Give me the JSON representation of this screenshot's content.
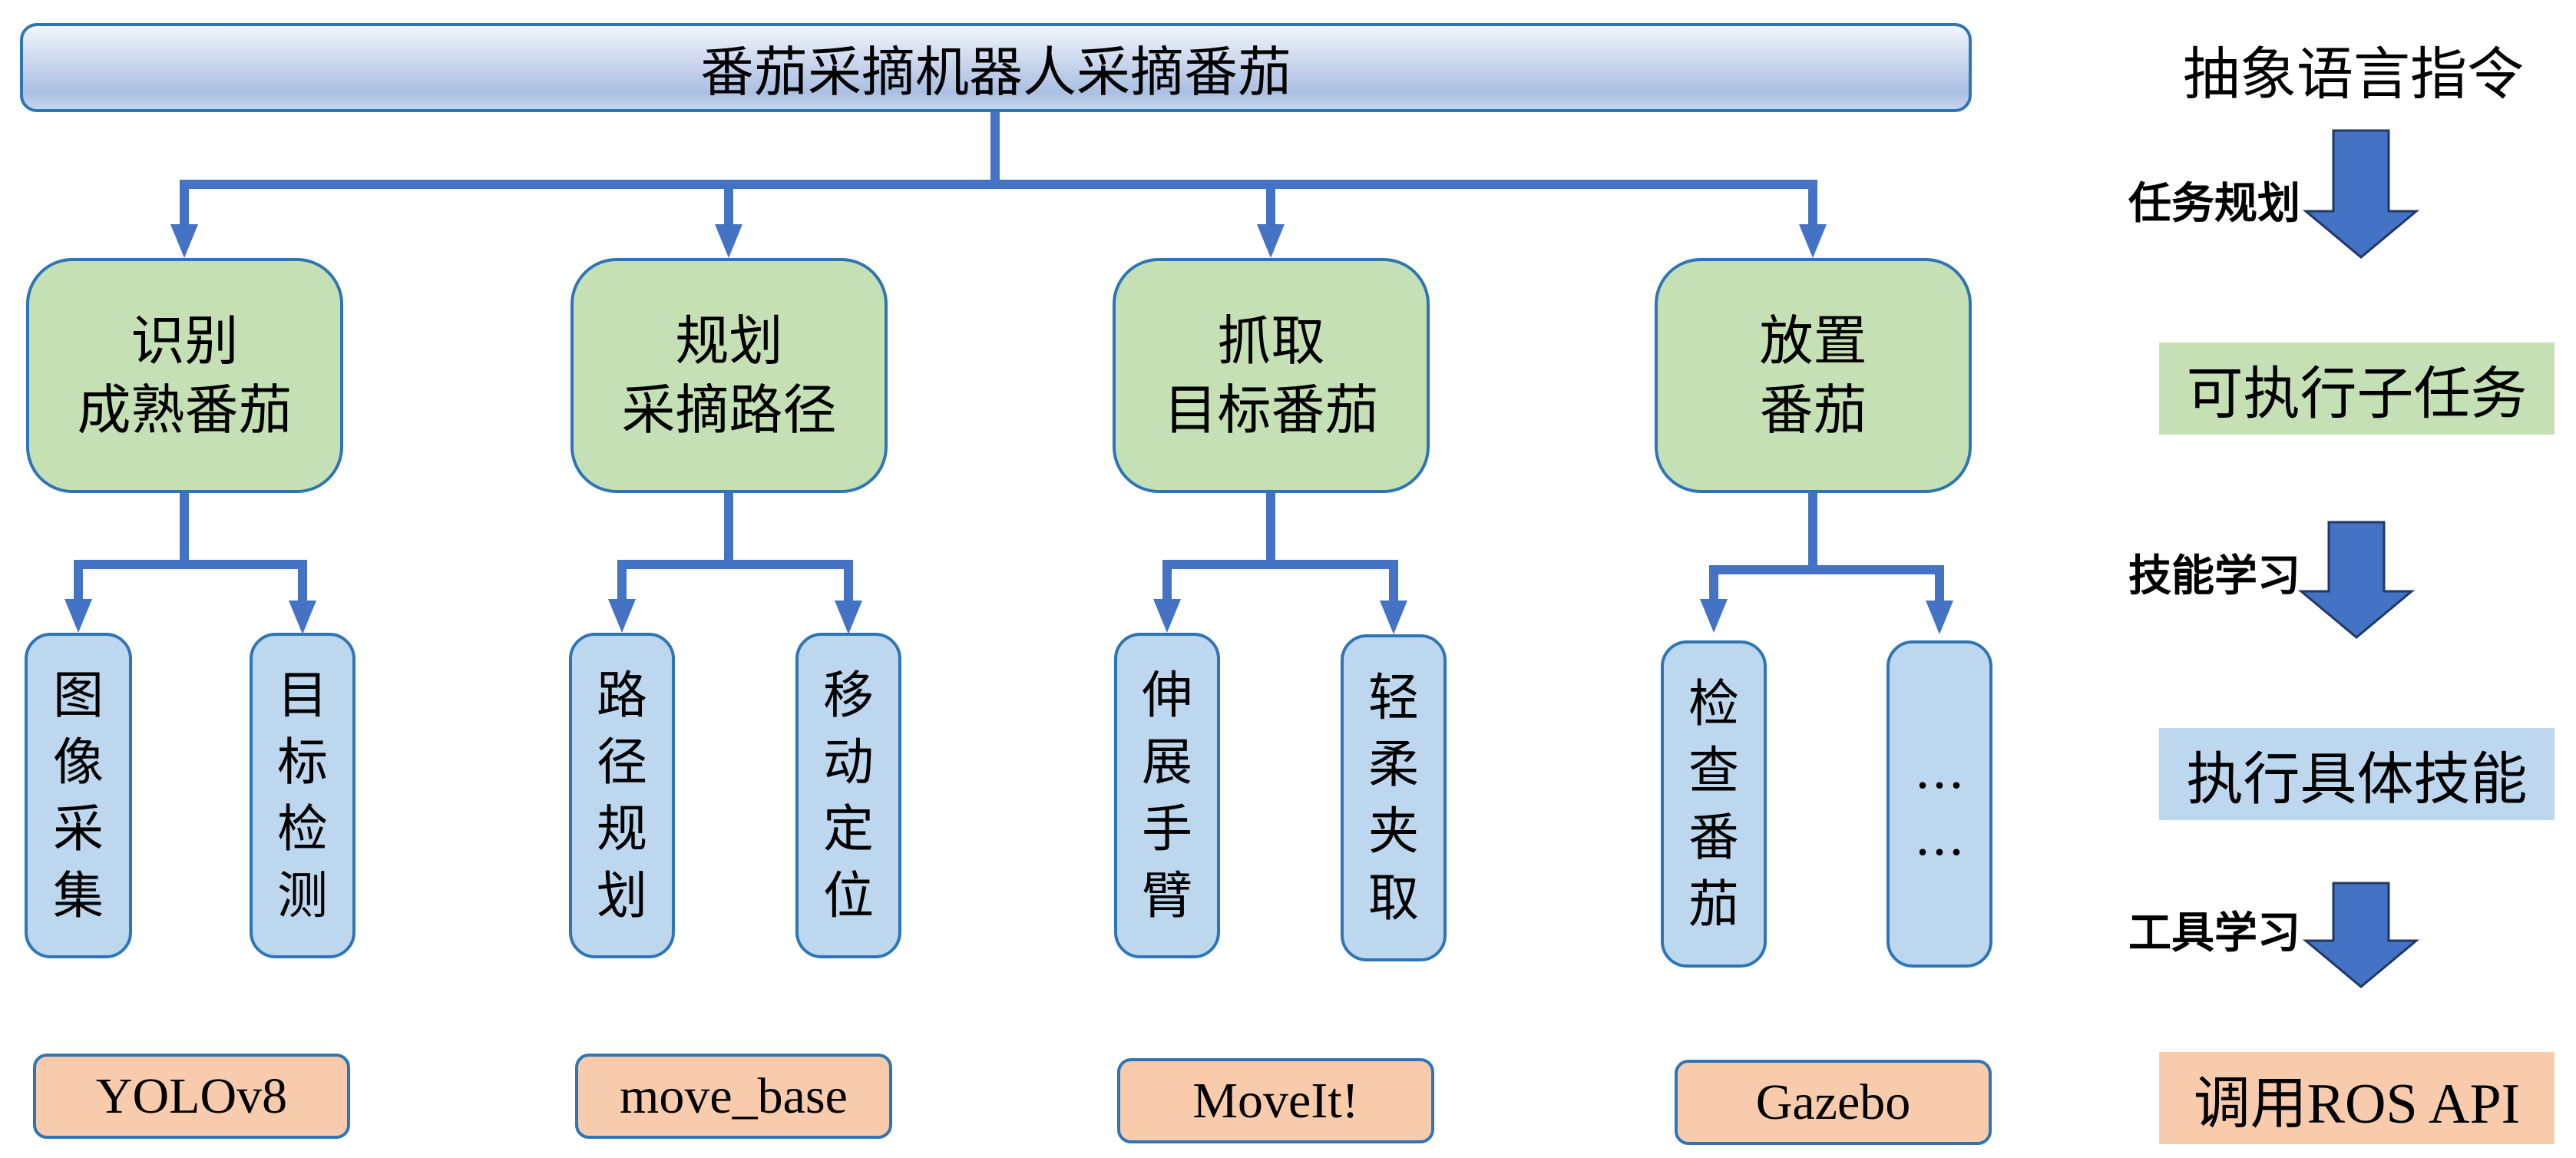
{
  "title": "番茄采摘机器人采摘番茄",
  "colors": {
    "connector": "#4472C4",
    "border": "#2E75B6",
    "task_fill": "#C5E0B4",
    "skill_fill": "#BDD7EE",
    "tool_fill": "#F8CBAD"
  },
  "tasks": [
    {
      "line1": "识别",
      "line2": "成熟番茄",
      "skills": [
        {
          "chars": [
            "图",
            "像",
            "采",
            "集"
          ]
        },
        {
          "chars": [
            "目",
            "标",
            "检",
            "测"
          ]
        }
      ],
      "tool": "YOLOv8"
    },
    {
      "line1": "规划",
      "line2": "采摘路径",
      "skills": [
        {
          "chars": [
            "路",
            "径",
            "规",
            "划"
          ]
        },
        {
          "chars": [
            "移",
            "动",
            "定",
            "位"
          ]
        }
      ],
      "tool": "move_base"
    },
    {
      "line1": "抓取",
      "line2": "目标番茄",
      "skills": [
        {
          "chars": [
            "伸",
            "展",
            "手",
            "臂"
          ]
        },
        {
          "chars": [
            "轻",
            "柔",
            "夹",
            "取"
          ]
        }
      ],
      "tool": "MoveIt!"
    },
    {
      "line1": "放置",
      "line2": "番茄",
      "skills": [
        {
          "chars": [
            "检",
            "查",
            "番",
            "茄"
          ]
        },
        {
          "chars": [
            "…",
            "…"
          ]
        }
      ],
      "tool": "Gazebo"
    }
  ],
  "legend": {
    "top": "抽象语言指令",
    "steps": [
      {
        "label": "任务规划",
        "result": "可执行子任务"
      },
      {
        "label": "技能学习",
        "result": "执行具体技能"
      },
      {
        "label": "工具学习",
        "result": "调用ROS API"
      }
    ]
  }
}
